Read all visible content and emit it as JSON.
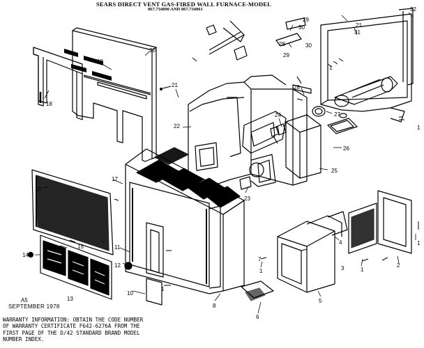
{
  "header": {
    "title": "SEARS DIRECT VENT GAS-FIRED WALL FURNACE-MODEL",
    "models": "867.734090 AND 867.734061"
  },
  "footer": {
    "code": "A5",
    "date": "SEPTEMBER 1978",
    "warranty": "WARRANTY INFORMATION:  OBTAIN THE CODE NUMBER\nOF WARRANTY CERTIFICATE F642-6276A FROM THE\nFIRST PAGE OF THE D/42 STANDARD BRAND MODEL\nNUMBER INDEX."
  },
  "callouts": {
    "c1": "1",
    "c2": "2",
    "c3": "3",
    "c4": "4",
    "c5": "5",
    "c6": "6",
    "c7": "7",
    "c8": "8",
    "c10": "10",
    "c11": "11",
    "c12": "12",
    "c13": "13",
    "c14": "14",
    "c15": "15",
    "c17": "17",
    "c18": "18",
    "c19": "19",
    "c20": "20",
    "c21": "21",
    "c22": "22",
    "c23": "23",
    "c24": "24",
    "c25": "25",
    "c26": "26",
    "c27": "27",
    "c28": "28",
    "c29": "29",
    "c30": "30",
    "c31": "31",
    "c32": "32"
  }
}
